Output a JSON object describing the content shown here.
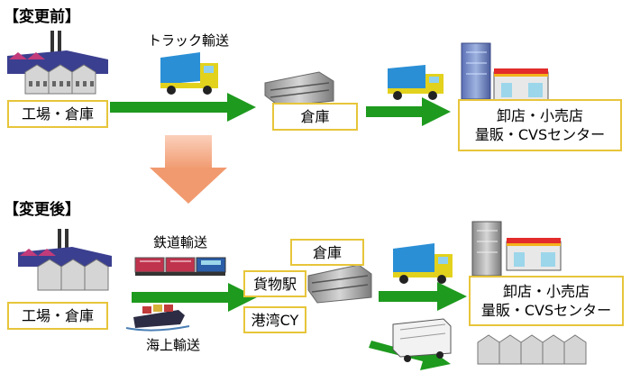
{
  "before": {
    "title": "【変更前】",
    "origin_label": "工場・倉庫",
    "transport_label": "トラック輸送",
    "warehouse_label": "倉庫",
    "destination_line1": "卸店・小売店",
    "destination_line2": "量販・CVSセンター"
  },
  "after": {
    "title": "【変更後】",
    "origin_label": "工場・倉庫",
    "rail_label": "鉄道輸送",
    "sea_label": "海上輸送",
    "warehouse_label": "倉庫",
    "freight_station_label": "貨物駅",
    "port_label": "港湾CY",
    "destination_line1": "卸店・小売店",
    "destination_line2": "量販・CVSセンター"
  },
  "colors": {
    "flow_arrow": "#1e9a1e",
    "transition_arrow": "#f4a57e",
    "box_border": "#e7c53a"
  }
}
